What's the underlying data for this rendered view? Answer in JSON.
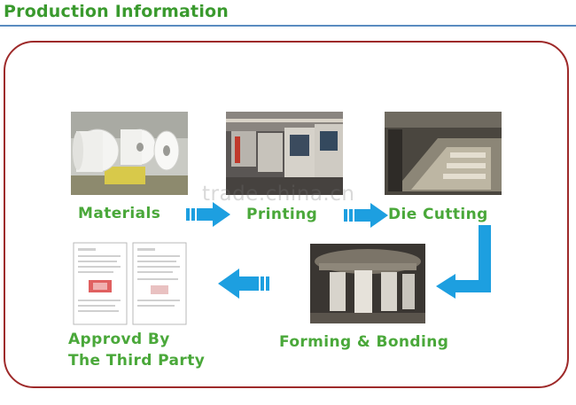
{
  "header": {
    "title": "Production Information"
  },
  "watermark": "trade.china.cn",
  "steps": {
    "materials": {
      "label": "Materials",
      "icon": "paper-roll-icon"
    },
    "printing": {
      "label": "Printing",
      "icon": "printing-press-icon"
    },
    "die_cutting": {
      "label": "Die Cutting",
      "icon": "die-cutting-machine-icon"
    },
    "forming_bonding": {
      "label": "Forming & Bonding",
      "icon": "forming-machine-icon"
    },
    "approval": {
      "label_line1": "Approvd By",
      "label_line2": "The Third Party",
      "icon": "certificate-icon"
    }
  },
  "colors": {
    "label_green": "#4aa83a",
    "arrow_blue": "#1d9fe0",
    "frame_red": "#9e2a2a",
    "header_rule": "#5a8cc0"
  }
}
